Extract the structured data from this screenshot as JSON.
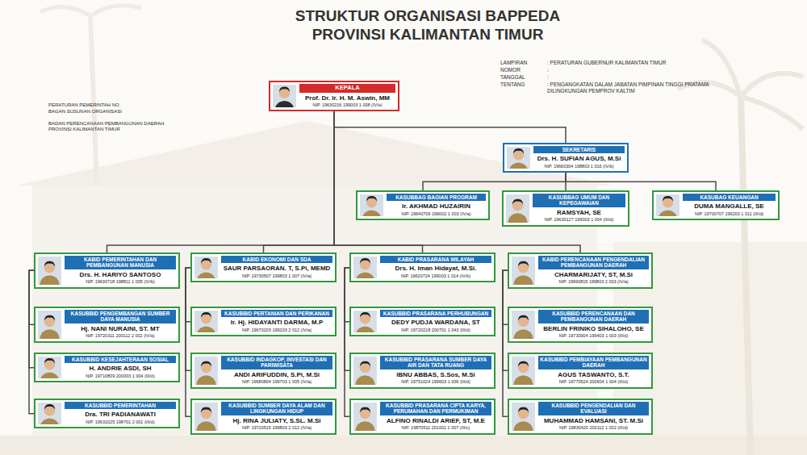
{
  "diagram": {
    "title": "STRUKTUR ORGANISASI BAPPEDA PROVINSI KALIMANTAN TIMUR",
    "nodes": [
      {
        "text": [
          "KEPALA",
          "Prof. Dr. Ir. H. M. Aswin, MM",
          "NIP. 19630216 199003 1 008 (IV/e)"
        ]
      },
      {
        "text": [
          "SEKRETARIS",
          "Drs. H. SUFIAN AGUS, M.Si",
          "NIP. 19660304 198803 1 016 (IV/b)"
        ]
      },
      {
        "text": [
          "KASUBBAG BAGIAN PROGRAM",
          "Ir. AKHMAD HUZAIRIN",
          "NIP. 19640709 199002 1 003 (IV/a)"
        ]
      },
      {
        "text": [
          "KASUBBAG UMUM DAN KEPEGAWAIAN",
          "RAMSYAH, SE",
          "NIP. 19630127 199003 1 004 (III/d)"
        ]
      },
      {
        "text": [
          "KASUBAG KEUANGAN",
          "DUMA MANGALLE, SE",
          "NIP. 19700707 199203 1 011 (III/d)"
        ]
      },
      {
        "text": [
          "KABID PEMERINTAHAN DAN PEMBANGUNAN MANUSIA",
          "Drs. H. HARIYO SANTOSO",
          "NIP. 19630718 198811 1 005 (IV/b)"
        ]
      },
      {
        "text": [
          "KASUBBID PENGEMBANGAN SUMBER DAYA MANUSIA",
          "Hj. NANI NURAINI, ST. MT",
          "NIP. 19720311 200112 2 002 (IV/a)"
        ]
      },
      {
        "text": [
          "KASUBBID KESEJAHTERAAN SOSIAL",
          "H. ANDRIE ASDI, SH",
          "NIP. 19710809 200003 1 004 (III/d)"
        ]
      },
      {
        "text": [
          "KASUBBID PEMERINTAHAN",
          "Dra. TRI PADIANAWATI",
          "NIP. 19631025 198701 2 001 (III/d)"
        ]
      },
      {
        "text": [
          "KABID EKONOMI DAN SDA",
          "SAUR PARSAORAN. T, S.Pi, MEMD",
          "NIP. 19730507 199803 1 007 (IV/a)"
        ]
      },
      {
        "text": [
          "KASUBBID PERTANIAN DAN PERIKANAN",
          "Ir. Hj. HIDAYANTI DARMA, M.P",
          "NIP. 19670203 199203 2 012 (IV/a)"
        ]
      },
      {
        "text": [
          "KASUBBID INDAGKOP, INVESTASI DAN PARIWISATA",
          "ANDI ARIFUDDIN, S.Pi, M.Si",
          "NIP. 19680804 199703 1 005 (IV/a)"
        ]
      },
      {
        "text": [
          "KASUBBID SUMBER DAYA ALAM DAN LINGKUNGAN HIDUP",
          "Hj. RINA JULIATY, S.SL. M.Si",
          "NIP. 19720515 199803 2 012 (IV/a)"
        ]
      },
      {
        "text": [
          "KABID PRASARANA WILAYAH",
          "Drs. H. Iman Hidayat, M.Si.",
          "NIP. 19620724 199003 1 014 (IV/b)"
        ]
      },
      {
        "text": [
          "KASUBBID PRASARANA PERHUBUNGAN",
          "DEDY PUDJA WARDANA, ST",
          "NIP. 19720218 200701 1 043 (III/d)"
        ]
      },
      {
        "text": [
          "KASUBBID PRASARANA SUMBER DAYA AIR DAN TATA RUANG",
          "IBNU ABBAS, S.Sos, M.Si",
          "NIP. 19751024 199603 1 006 (III/d)"
        ]
      },
      {
        "text": [
          "KASUBBID PRASARANA CIPTA KARYA, PERUMAHAN DAN PERMUKIMAN",
          "ALFINO RINALDI ARIEF, ST, M.E",
          "NIP. 19870511 201001 1 007 (III/c)"
        ]
      },
      {
        "text": [
          "KABID PERENCANAAN PENGENDALIAN PEMBANGUNAN DAERAH",
          "CHARMARIJATY, ST, M.Si",
          "NIP. 19690815 199803 2 003 (IV/a)"
        ]
      },
      {
        "text": [
          "KASUBBID PERENCANAAN DAN PEMBANGUNAN DAERAH",
          "BERLIN FRINIKO SIHALOHO, SE",
          "NIP. 19730904 199403 1 003 (III/d)"
        ]
      },
      {
        "text": [
          "KASUBBID PEMBIAYAAN PEMBANGUNAN DAERAH",
          "AGUS TASWANTO, S.T.",
          "NIP. 19770524 200604 1 004 (III/d)"
        ]
      },
      {
        "text": [
          "KASUBBID PENGENDALIAN DAN EVALUASI",
          "MUHAMMAD HAMSANI, ST. M.Si",
          "NIP. 19830420 200112 1 002 (III/d)"
        ]
      }
    ],
    "edges": [
      {
        "from": 0,
        "to": 1,
        "arrow": "none"
      },
      {
        "from": 1,
        "to": 2,
        "arrow": "none"
      },
      {
        "from": 1,
        "to": 3,
        "arrow": "none"
      },
      {
        "from": 1,
        "to": 4,
        "arrow": "none"
      },
      {
        "from": 0,
        "to": 5,
        "arrow": "none"
      },
      {
        "from": 0,
        "to": 9,
        "arrow": "none"
      },
      {
        "from": 0,
        "to": 13,
        "arrow": "none"
      },
      {
        "from": 0,
        "to": 17,
        "arrow": "none"
      },
      {
        "from": 5,
        "to": 6,
        "arrow": "none"
      },
      {
        "from": 5,
        "to": 7,
        "arrow": "none"
      },
      {
        "from": 5,
        "to": 8,
        "arrow": "none"
      },
      {
        "from": 9,
        "to": 10,
        "arrow": "none"
      },
      {
        "from": 9,
        "to": 11,
        "arrow": "none"
      },
      {
        "from": 9,
        "to": 12,
        "arrow": "none"
      },
      {
        "from": 13,
        "to": 14,
        "arrow": "none"
      },
      {
        "from": 13,
        "to": 15,
        "arrow": "none"
      },
      {
        "from": 13,
        "to": 16,
        "arrow": "none"
      },
      {
        "from": 17,
        "to": 18,
        "arrow": "none"
      },
      {
        "from": 17,
        "to": 19,
        "arrow": "none"
      },
      {
        "from": 17,
        "to": 20,
        "arrow": "none"
      }
    ],
    "labels": [
      "PERATURAN PEMERINTAH NO.",
      "BAGAN SUSUNAN ORGANISASI",
      "BADAN PERENCANAAN PEMBANGUNAN DAERAH PROVINSI KALIMANTAN TIMUR",
      "LAMPIRAN",
      ": PERATURAN GUBERNUR KALIMANTAN TIMUR",
      "NOMOR",
      ":",
      "TANGGAL",
      ":",
      "TENTANG",
      ": PENGANGKATAN DALAM JABATAN PIMPINAN TINGGI PRATAMA DILINGKUNGAN PEMPROV KALTIM"
    ]
  }
}
